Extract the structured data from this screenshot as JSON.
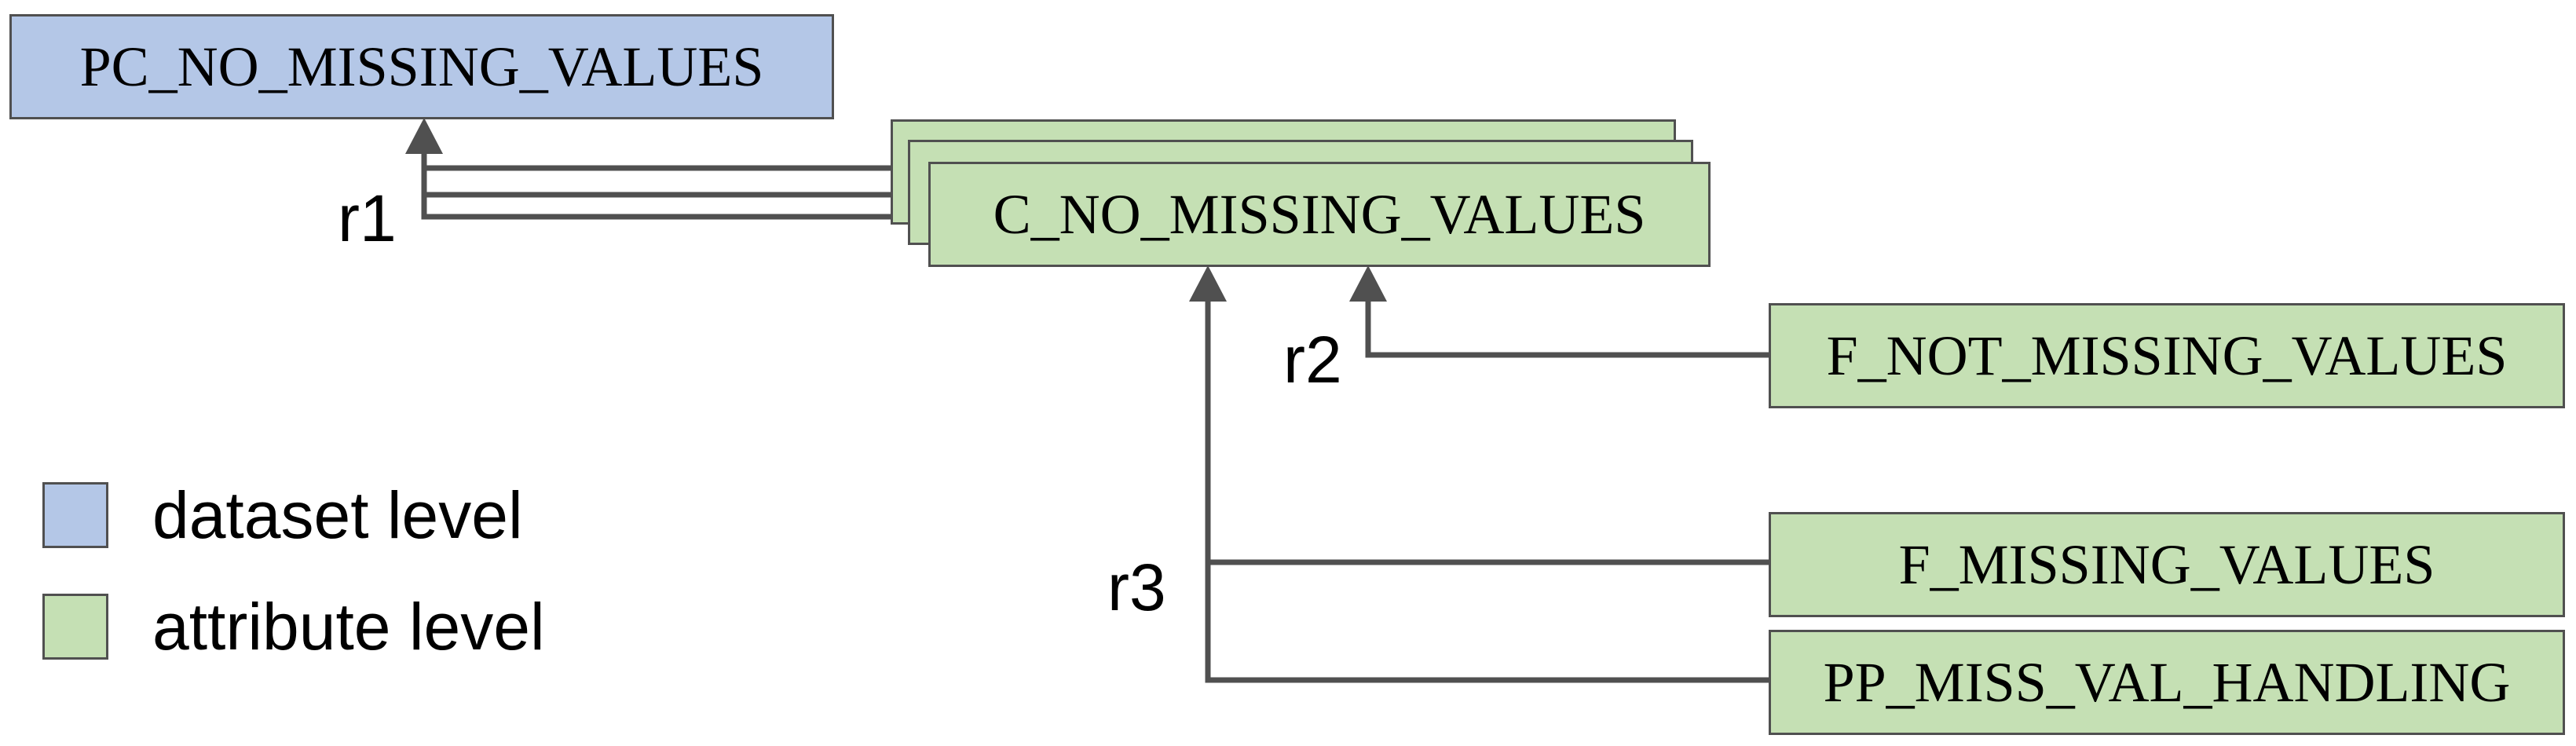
{
  "nodes": {
    "pc_no_missing_values": "PC_NO_MISSING_VALUES",
    "c_no_missing_values": "C_NO_MISSING_VALUES",
    "f_not_missing_values": "F_NOT_MISSING_VALUES",
    "f_missing_values": "F_MISSING_VALUES",
    "pp_miss_val_handling": "PP_MISS_VAL_HANDLING"
  },
  "relations": {
    "r1": "r1",
    "r2": "r2",
    "r3": "r3"
  },
  "legend": {
    "dataset_level": {
      "label": "dataset level",
      "color": "#b4c7e7"
    },
    "attribute_level": {
      "label": "attribute level",
      "color": "#c5e0b4"
    }
  },
  "colors": {
    "edge": "#505050",
    "border": "#505050"
  }
}
